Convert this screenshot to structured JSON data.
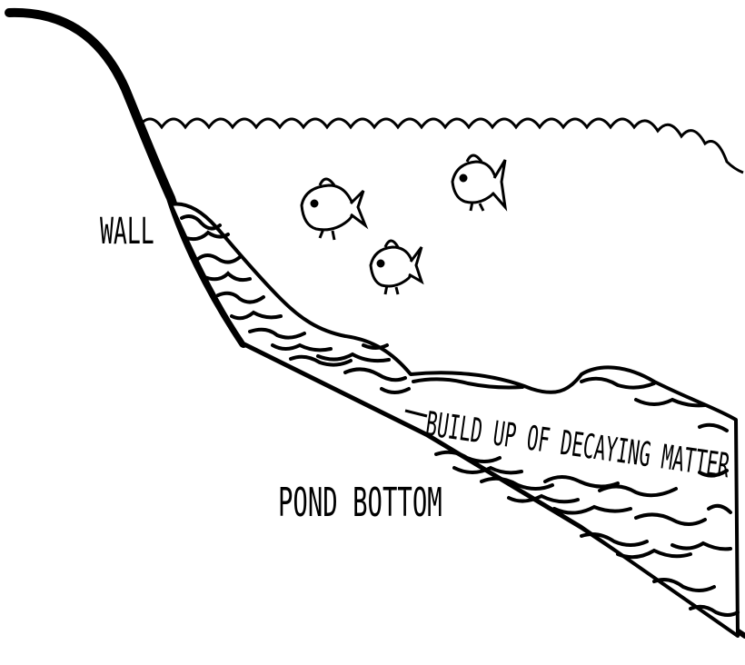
{
  "labels": {
    "wall": "WALL",
    "pond_bottom": "POND BOTTOM",
    "build_up": "BUILD UP OF DECAYING MATTER"
  },
  "colors": {
    "ink": "#000000",
    "paper": "#ffffff"
  },
  "icons": {
    "fish": "fish-icon"
  }
}
